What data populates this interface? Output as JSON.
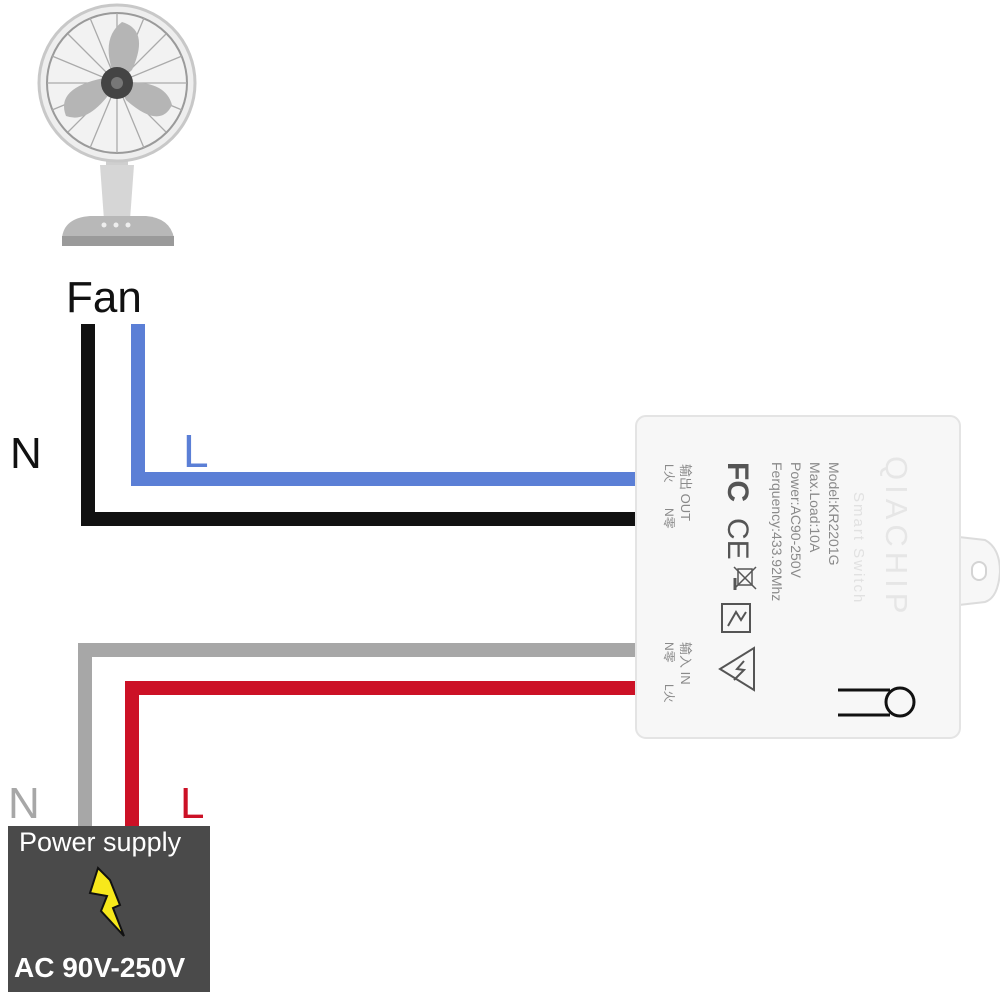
{
  "load": {
    "name": "Fan",
    "icon": "fan-icon",
    "neutral_label": "N",
    "live_label": "L"
  },
  "supply": {
    "title": "Power supply",
    "voltage": "AC 90V-250V",
    "neutral_label": "N",
    "live_label": "L",
    "icon": "lightning-bolt-icon"
  },
  "device": {
    "brand": "QIACHIP",
    "product": "Smart Switch",
    "model": "Model:KR2201G",
    "max_load": "Max.Load:10A",
    "power": "Power:AC90-250V",
    "frequency": "Ferquency:433.92Mhz",
    "output_heading": "输出 OUT",
    "output_live": "L火",
    "output_neutral": "N零",
    "input_heading": "输入 IN",
    "input_neutral": "N零",
    "input_live": "L火",
    "cert_fc": "FC",
    "cert_ce": "CE"
  },
  "colors": {
    "load_live_wire": "#5b7fd6",
    "load_neutral_wire": "#111111",
    "supply_neutral_wire": "#a7a7a7",
    "supply_live_wire": "#cc1126",
    "supply_box": "#4a4a4a",
    "bolt": "#f7e81b"
  }
}
